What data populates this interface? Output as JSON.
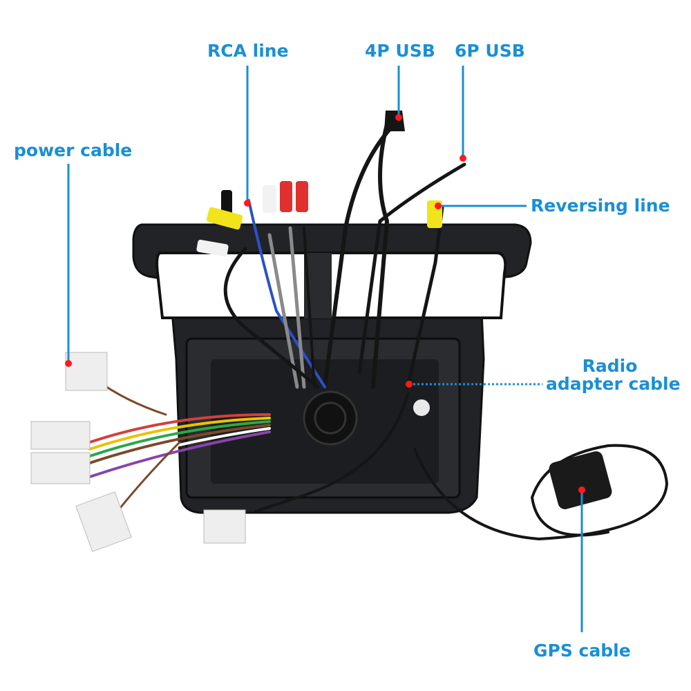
{
  "callouts": {
    "power_cable": "power cable",
    "rca_line": "RCA line",
    "usb_4p": "4P USB",
    "usb_6p": "6P USB",
    "reversing_line": "Reversing line",
    "radio_adapter_line1": "Radio",
    "radio_adapter_line2": "adapter cable",
    "gps_cable": "GPS cable"
  },
  "colors": {
    "label": "#1a8fd4",
    "leader": "#1a8fd4",
    "marker": "#ff1a1a",
    "frame": "#1e1f22",
    "cable_black": "#151515"
  }
}
